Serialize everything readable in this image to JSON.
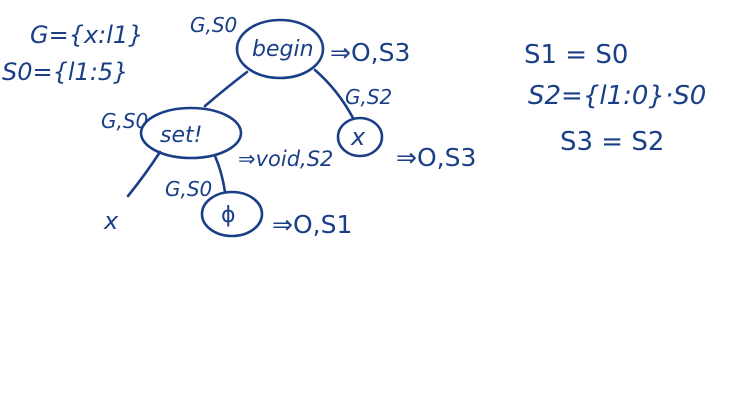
{
  "ink_color": "#1a3f86",
  "background": "#ffffff",
  "definitions": {
    "gamma": "G={x:l1}",
    "sigma0": "S0={l1:5}"
  },
  "nodes": {
    "begin": {
      "label": "begin",
      "env": "G,S0",
      "result": "⇒O,S3"
    },
    "set": {
      "label": "set!",
      "env": "G,S0",
      "result": "⇒void,S2"
    },
    "x_var": {
      "label": "x",
      "env": "G,S2",
      "result": "⇒O,S3"
    },
    "phi": {
      "label": "ɸ",
      "env": "G,S0",
      "result": "⇒O,S1"
    },
    "x_leaf": {
      "label": "x"
    }
  },
  "equations": {
    "s1": "S1 = S0",
    "s2": "S2={l1:0}·S0",
    "s3": "S3 = S2"
  }
}
